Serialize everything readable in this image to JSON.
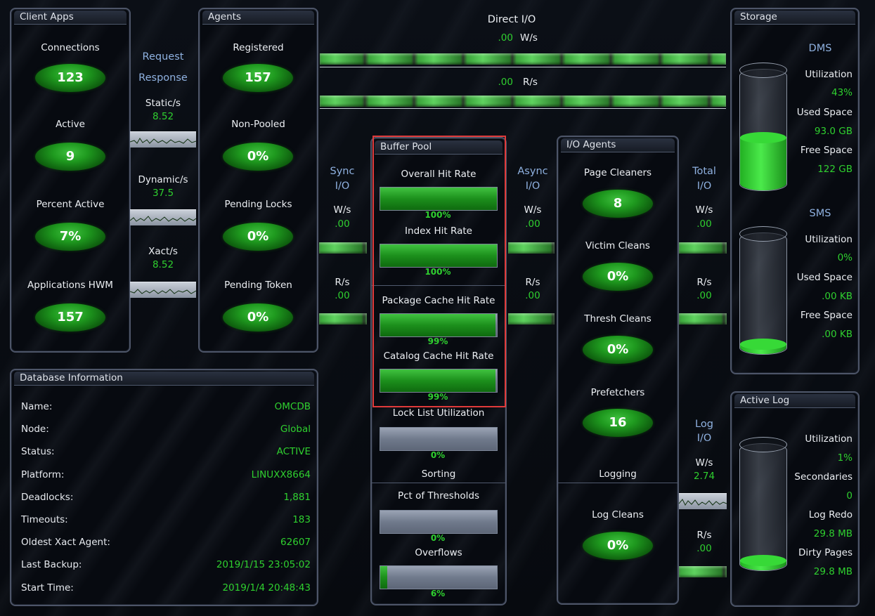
{
  "client_apps": {
    "title": "Client Apps",
    "connections_label": "Connections",
    "connections": "123",
    "active_label": "Active",
    "active": "9",
    "percent_active_label": "Percent Active",
    "percent_active": "7%",
    "apps_hwm_label": "Applications HWM",
    "apps_hwm": "157"
  },
  "request_response": {
    "request": "Request",
    "response": "Response",
    "static_label": "Static/s",
    "static": "8.52",
    "dynamic_label": "Dynamic/s",
    "dynamic": "37.5",
    "xact_label": "Xact/s",
    "xact": "8.52"
  },
  "agents": {
    "title": "Agents",
    "registered_label": "Registered",
    "registered": "157",
    "non_pooled_label": "Non-Pooled",
    "non_pooled": "0%",
    "pending_locks_label": "Pending Locks",
    "pending_locks": "0%",
    "pending_token_label": "Pending Token",
    "pending_token": "0%"
  },
  "direct_io": {
    "title": "Direct I/O",
    "ws_value": ".00",
    "ws_unit": "W/s",
    "rs_value": ".00",
    "rs_unit": "R/s"
  },
  "sync_io": {
    "line1": "Sync",
    "line2": "I/O",
    "ws_label": "W/s",
    "ws": ".00",
    "rs_label": "R/s",
    "rs": ".00"
  },
  "async_io": {
    "line1": "Async",
    "line2": "I/O",
    "ws_label": "W/s",
    "ws": ".00",
    "rs_label": "R/s",
    "rs": ".00"
  },
  "total_io": {
    "line1": "Total",
    "line2": "I/O",
    "ws_label": "W/s",
    "ws": ".00",
    "rs_label": "R/s",
    "rs": ".00"
  },
  "log_io": {
    "line1": "Log",
    "line2": "I/O",
    "ws_label": "W/s",
    "ws": "2.74",
    "rs_label": "R/s",
    "rs": ".00"
  },
  "buffer_pool": {
    "title": "Buffer Pool",
    "overall_label": "Overall Hit Rate",
    "overall_pct": "100%",
    "overall_frac": 1.0,
    "index_label": "Index Hit Rate",
    "index_pct": "100%",
    "index_frac": 1.0,
    "package_label": "Package Cache Hit Rate",
    "package_pct": "99%",
    "package_frac": 0.99,
    "catalog_label": "Catalog Cache Hit Rate",
    "catalog_pct": "99%",
    "catalog_frac": 0.99,
    "locklist_label": "Lock List Utilization",
    "locklist_pct": "0%",
    "locklist_frac": 0.0,
    "sorting_label": "Sorting",
    "thresholds_label": "Pct of Thresholds",
    "thresholds_pct": "0%",
    "thresholds_frac": 0.0,
    "overflows_label": "Overflows",
    "overflows_pct": "6%",
    "overflows_frac": 0.06
  },
  "io_agents": {
    "title": "I/O Agents",
    "page_cleaners_label": "Page Cleaners",
    "page_cleaners": "8",
    "victim_label": "Victim Cleans",
    "victim": "0%",
    "thresh_label": "Thresh Cleans",
    "thresh": "0%",
    "prefetchers_label": "Prefetchers",
    "prefetchers": "16",
    "logging_label": "Logging",
    "log_cleans_label": "Log Cleans",
    "log_cleans": "0%"
  },
  "storage": {
    "title": "Storage",
    "dms_label": "DMS",
    "dms_util_label": "Utilization",
    "dms_util": "43%",
    "dms_fill": 0.43,
    "dms_used_label": "Used Space",
    "dms_used": "93.0 GB",
    "dms_free_label": "Free Space",
    "dms_free": "122 GB",
    "sms_label": "SMS",
    "sms_util_label": "Utilization",
    "sms_util": "0%",
    "sms_fill": 0.0,
    "sms_used_label": "Used Space",
    "sms_used": ".00 KB",
    "sms_free_label": "Free Space",
    "sms_free": ".00 KB"
  },
  "active_log": {
    "title": "Active Log",
    "util_label": "Utilization",
    "util": "1%",
    "fill": 0.01,
    "secondaries_label": "Secondaries",
    "secondaries": "0",
    "log_redo_label": "Log Redo",
    "log_redo": "29.8 MB",
    "dirty_pages_label": "Dirty Pages",
    "dirty_pages": "29.8 MB"
  },
  "db_info": {
    "title": "Database Information",
    "rows": [
      {
        "k": "Name:",
        "v": "OMCDB"
      },
      {
        "k": "Node:",
        "v": "Global"
      },
      {
        "k": "Status:",
        "v": "ACTIVE"
      },
      {
        "k": "Platform:",
        "v": "LINUXX8664"
      },
      {
        "k": "Deadlocks:",
        "v": "1,881"
      },
      {
        "k": "Timeouts:",
        "v": "183"
      },
      {
        "k": "Oldest Xact Agent:",
        "v": "62607"
      },
      {
        "k": "Last Backup:",
        "v": "2019/1/15 23:05:02"
      },
      {
        "k": "Start Time:",
        "v": "2019/1/4 20:48:43"
      }
    ]
  },
  "colors": {
    "accent_green": "#2fd02f",
    "highlight": "#e03a3a",
    "label_blue": "#8fb1e0"
  }
}
